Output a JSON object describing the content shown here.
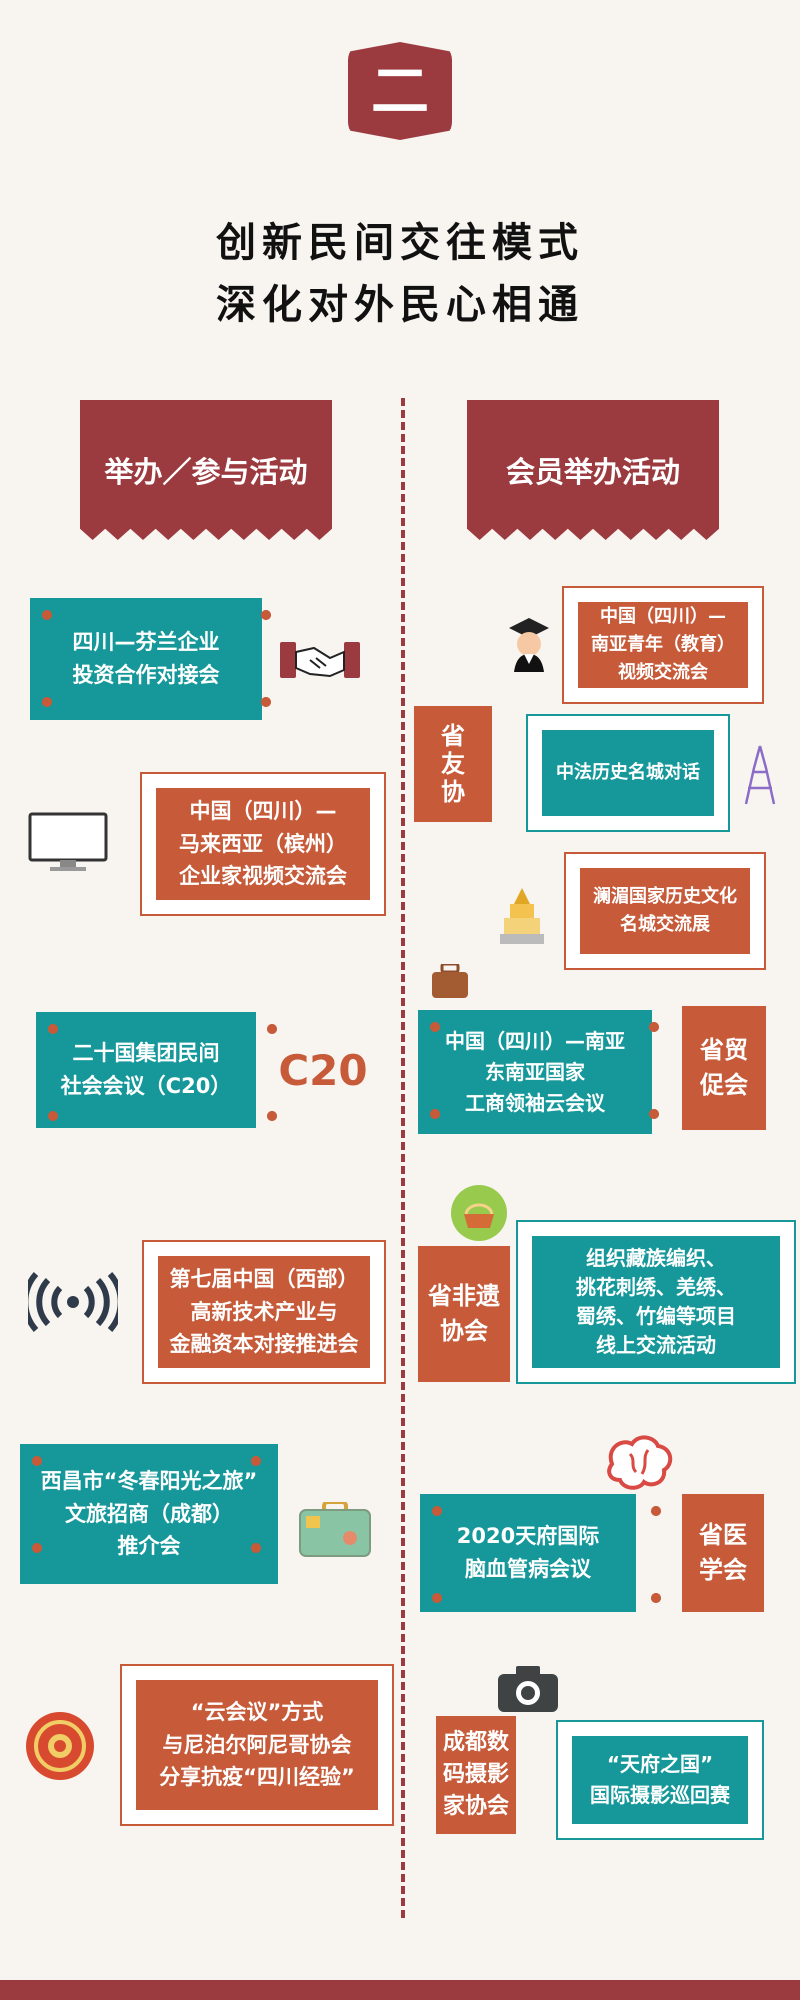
{
  "section_number": "二",
  "title_line_1": "创新民间交往模式",
  "title_line_2": "深化对外民心相通",
  "left_header": "举办／参与活动",
  "right_header": "会员举办活动",
  "left_items": [
    "四川—芬兰企业\n投资合作对接会",
    "中国（四川）—\n马来西亚（槟州）\n企业家视频交流会",
    "二十国集团民间\n社会会议（C20）",
    "第七届中国（西部）\n高新技术产业与\n金融资本对接推进会",
    "西昌市“冬春阳光之旅”\n文旅招商（成都）\n推介会",
    "“云会议”方式\n与尼泊尔阿尼哥协会\n分享抗疫“四川经验”"
  ],
  "right_items": [
    "中国（四川）—\n南亚青年（教育）\n视频交流会",
    "中法历史名城对话",
    "澜湄国家历史文化\n名城交流展",
    "中国（四川）—南亚\n东南亚国家\n工商领袖云会议",
    "组织藏族编织、\n挑花刺绣、羌绣、\n蜀绣、竹编等项目\n线上交流活动",
    "2020天府国际\n脑血管病会议",
    "“天府之国”\n国际摄影巡回赛"
  ],
  "orgs": [
    "省\n友\n协",
    "省贸\n促会",
    "省非遗\n协会",
    "省医\n学会",
    "成都数\n码摄影\n家协会"
  ],
  "c20_label": "C20"
}
